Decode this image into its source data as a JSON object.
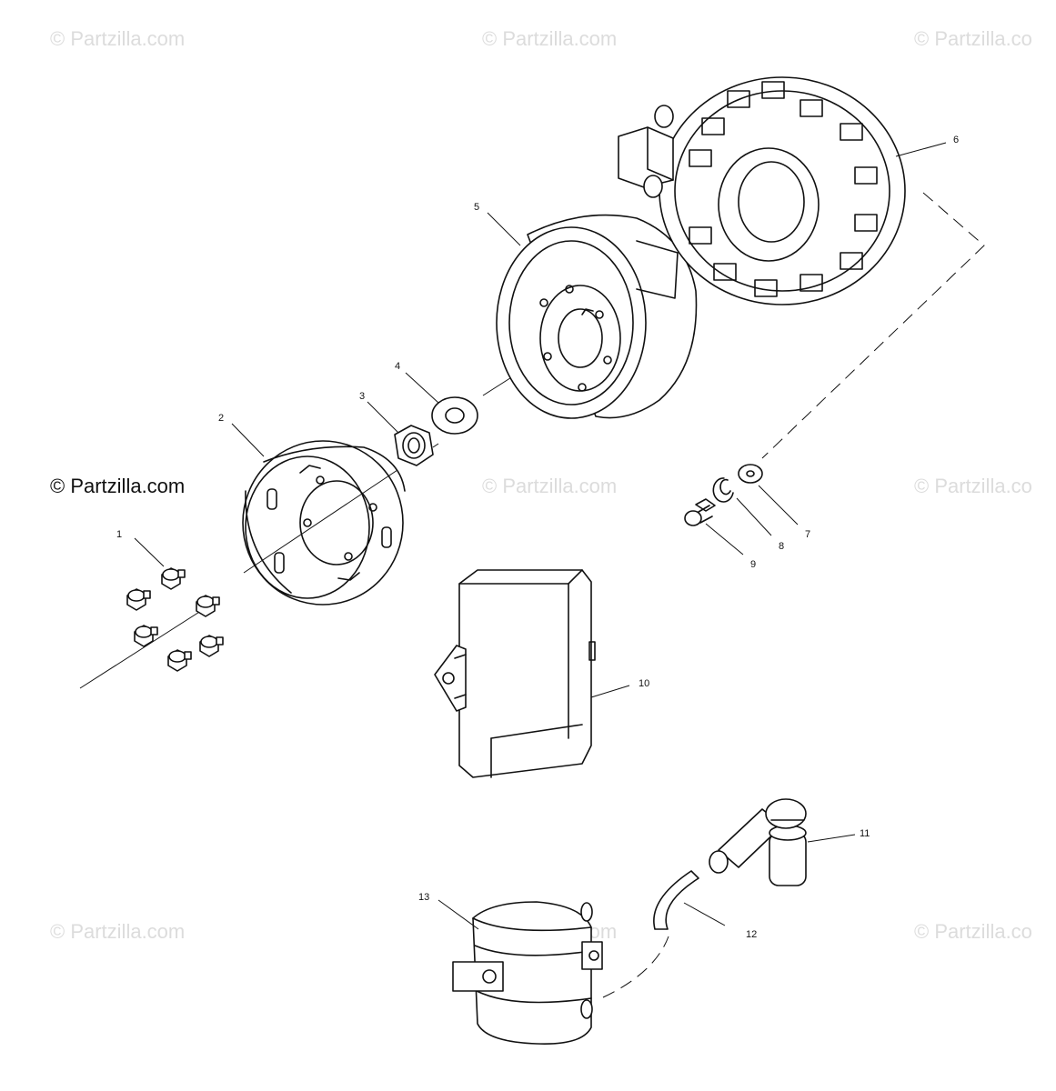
{
  "watermarks": {
    "faint_text": "© Partzilla.com",
    "faint_text_clipped": "© Partzilla.co",
    "strong_text": "© Partzilla.com"
  },
  "callouts": {
    "c1": "1",
    "c2": "2",
    "c3": "3",
    "c4": "4",
    "c5": "5",
    "c6": "6",
    "c7": "7",
    "c8": "8",
    "c9": "9",
    "c10": "10",
    "c11": "11",
    "c12": "12",
    "c13": "13"
  },
  "colors": {
    "line": "#111111",
    "watermark": "#dcdcdc",
    "background": "#ffffff"
  }
}
